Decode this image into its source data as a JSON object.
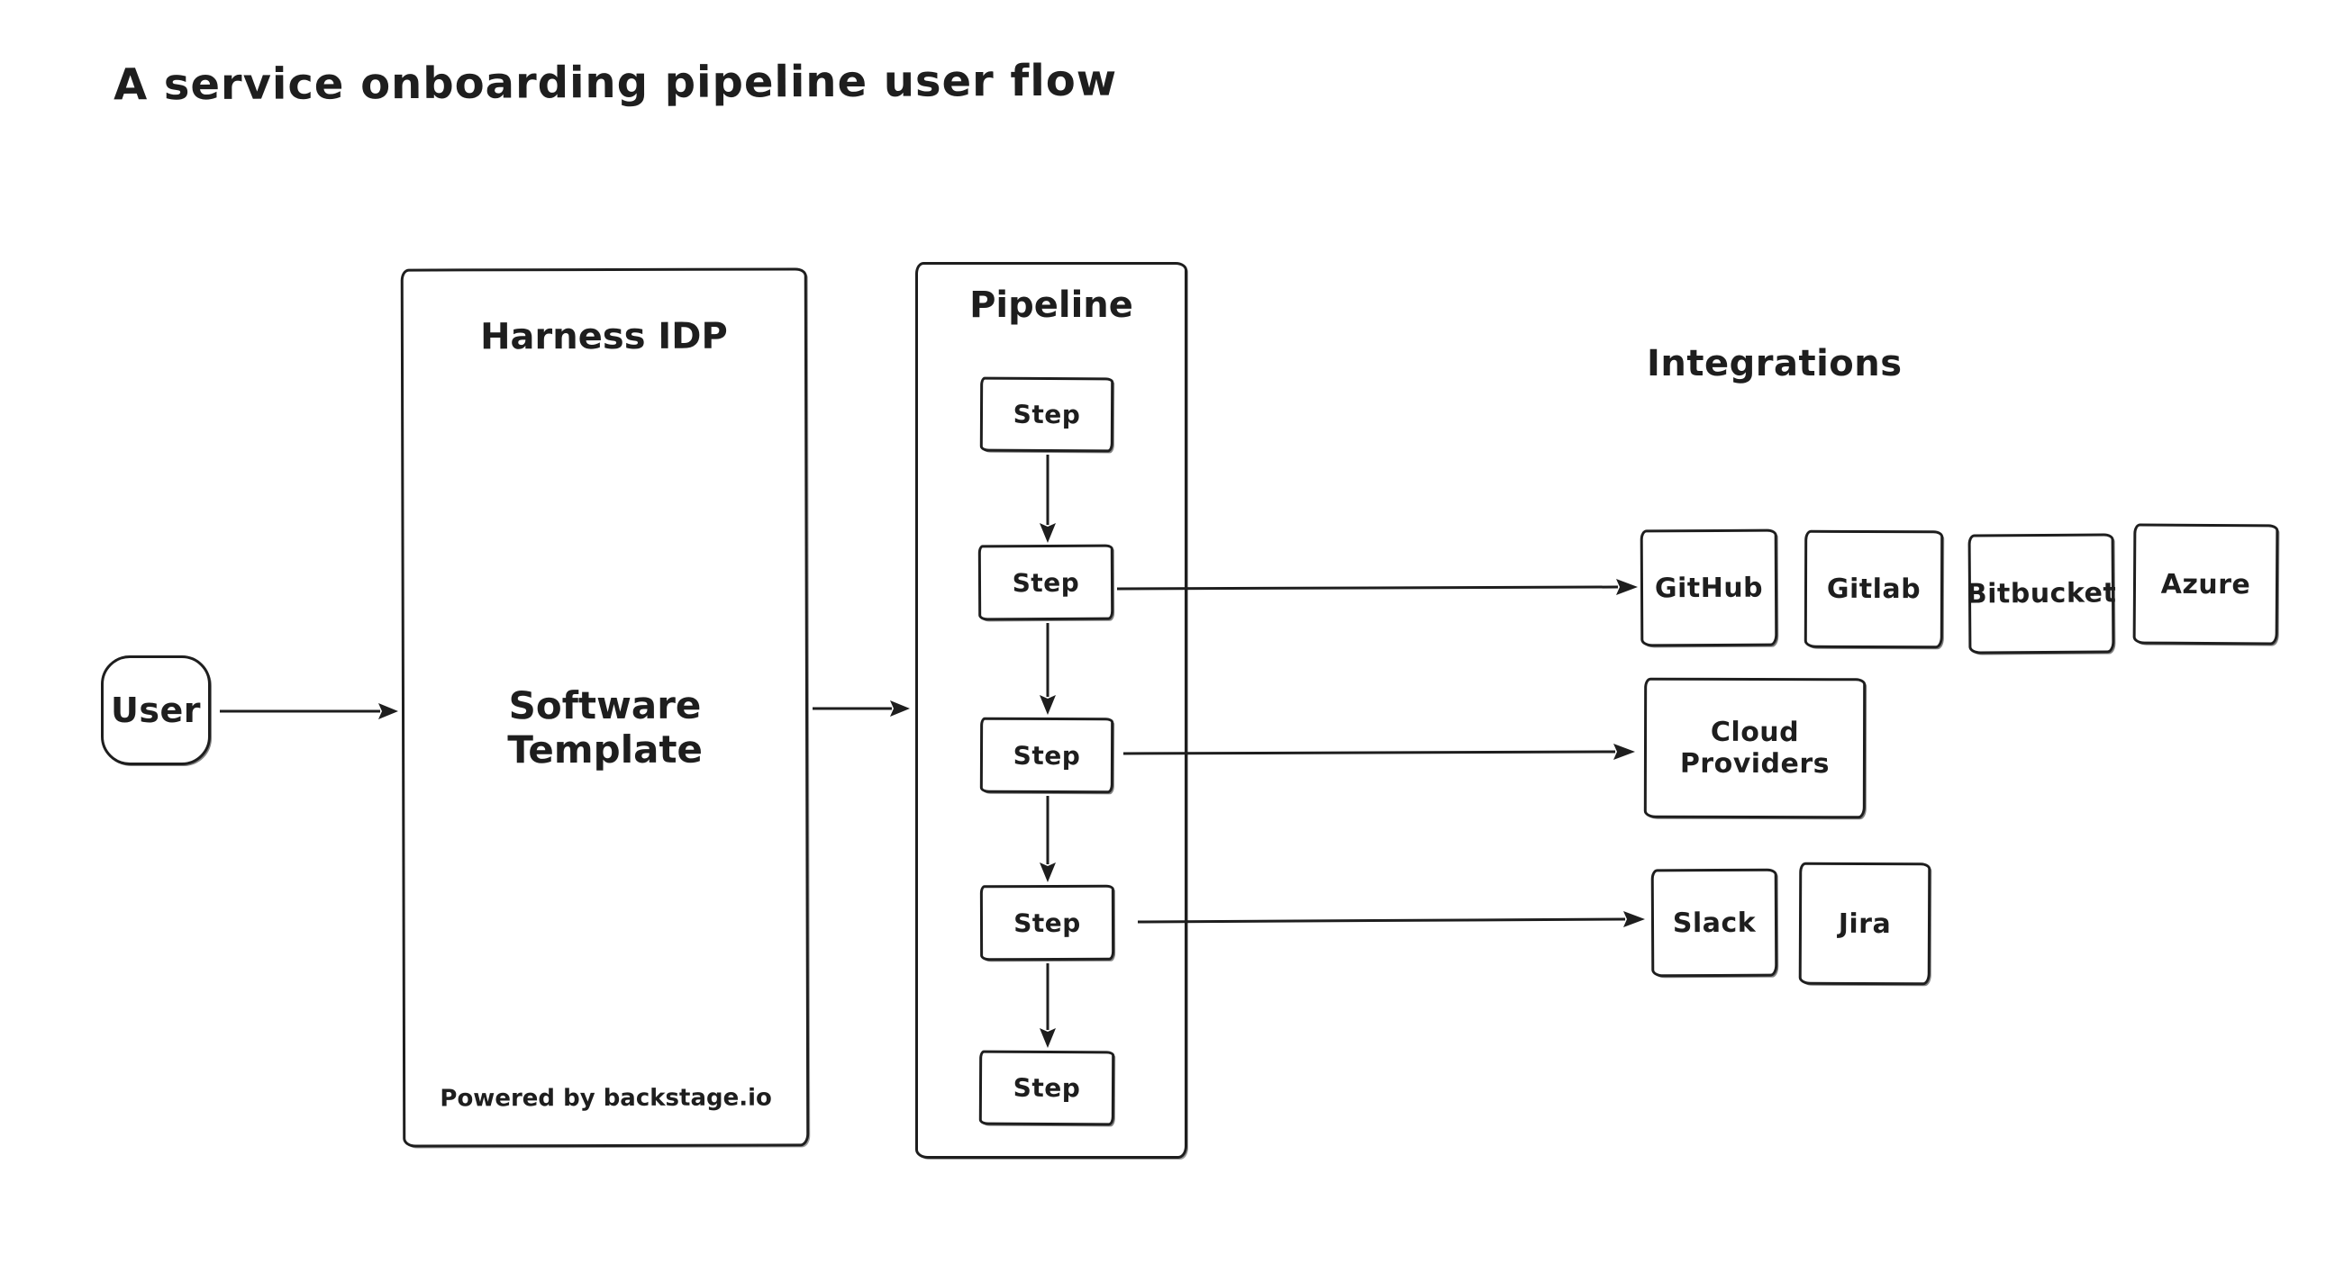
{
  "title": "A service onboarding pipeline user flow",
  "colors": {
    "ink": "#1e1e1e",
    "background": "#ffffff"
  },
  "nodes": {
    "user": {
      "label": "User"
    },
    "harness": {
      "title": "Harness IDP",
      "center_label": "Software Template",
      "footer": "Powered by backstage.io"
    },
    "pipeline": {
      "title": "Pipeline",
      "steps": [
        "Step",
        "Step",
        "Step",
        "Step",
        "Step"
      ]
    },
    "integrations": {
      "heading": "Integrations",
      "scm": [
        "GitHub",
        "Gitlab",
        "Bitbucket",
        "Azure"
      ],
      "cloud": "Cloud Providers",
      "collab": [
        "Slack",
        "Jira"
      ]
    }
  }
}
